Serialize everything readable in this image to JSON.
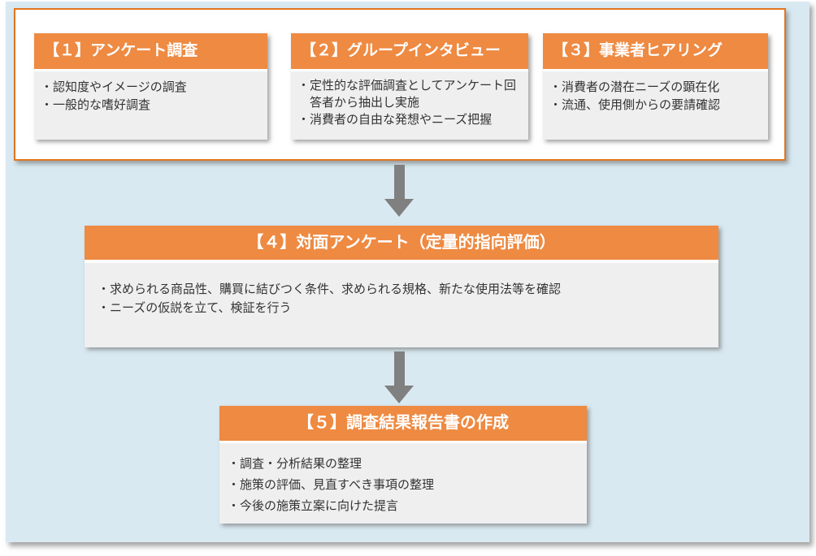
{
  "colors": {
    "page_background": "#ffffff",
    "panel_blue": "#d9e9f1",
    "accent_orange": "#ee8a42",
    "border_orange": "#e0761f",
    "box_body_gray": "#efefef",
    "arrow_gray": "#808080",
    "body_text": "#333333",
    "header_text": "#ffffff"
  },
  "icons": {
    "arrow1": "arrow-down",
    "arrow2": "arrow-down"
  },
  "phase1": {
    "boxes": [
      {
        "title": "【１】アンケート調査",
        "bullets": [
          "・認知度やイメージの調査",
          "・一般的な嗜好調査"
        ]
      },
      {
        "title": "【２】グループインタビュー",
        "bullets": [
          "・定性的な評価調査としてアンケート回答者から抽出し実施",
          "・消費者の自由な発想やニーズ把握"
        ]
      },
      {
        "title": "【３】事業者ヒアリング",
        "bullets": [
          "・消費者の潜在ニーズの顕在化",
          "・流通、使用側からの要請確認"
        ]
      }
    ]
  },
  "phase2": {
    "title": "【４】対面アンケート（定量的指向評価）",
    "bullets": [
      "・求められる商品性、購買に結びつく条件、求められる規格、新たな使用法等を確認",
      "・ニーズの仮説を立て、検証を行う"
    ]
  },
  "phase3": {
    "title": "【５】調査結果報告書の作成",
    "bullets": [
      "・調査・分析結果の整理",
      "・施策の評価、見直すべき事項の整理",
      "・今後の施策立案に向けた提言"
    ]
  }
}
